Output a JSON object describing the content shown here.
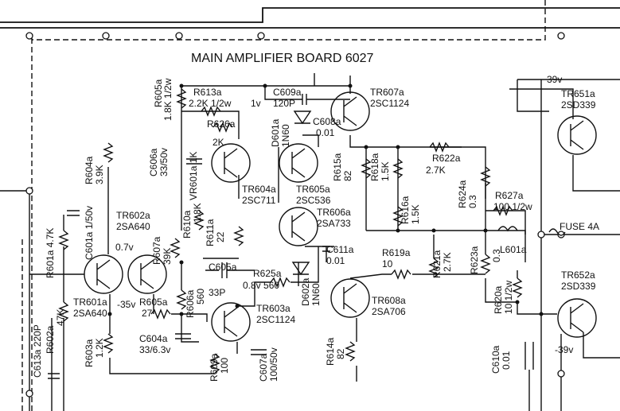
{
  "title": "MAIN AMPLIFIER BOARD 6027",
  "components": {
    "R605a_val": "R605a",
    "R605a_sub": "1.8K 1/2w",
    "R613a": "R613a",
    "R613a_val": "2.2K 1/2w",
    "v1": "1v",
    "C609a": "C609a",
    "C609a_val": "120P",
    "C608a": "C608a",
    "C608a_val": "0.01",
    "TR607a": "TR607a",
    "TR607a_type": "2SC1124",
    "v39": "39v",
    "TR651a": "TR651a",
    "TR651a_type": "2SD339",
    "R626a": "R626a",
    "R626a_val": "2K",
    "D601a": "D601a",
    "D601a_type": "1N60",
    "C606a": "C606a",
    "C606a_val": "33/50v",
    "VR601a": "VR601a 1K",
    "R604a": "R604a",
    "R604a_val": "3.9K",
    "TR604a": "TR604a",
    "TR604a_type": "2SC711",
    "TR605a": "TR605a",
    "TR605a_type": "2SC536",
    "R615a": "R615a",
    "R615a_val": "82",
    "R618a": "R618a",
    "R618a_val": "1.5K",
    "R622a": "R622a",
    "R622a_val": "2.7K",
    "R624a": "R624a",
    "R624a_val": "0.3",
    "R627a": "R627a",
    "R627a_val": "100 1/2w",
    "C601a": "C601a 1/50v",
    "TR602a": "TR602a",
    "TR602a_type": "2SA640",
    "R610a": "R610a",
    "R610a_val": "1.8K",
    "TR606a": "TR606a",
    "TR606a_type": "2SA733",
    "R616a": "R616a",
    "R616a_val": "1.5K",
    "FUSE": "FUSE 4A",
    "R601a": "R601a 4.7K",
    "v07": "0.7v",
    "R607a": "R607a",
    "R607a_val": "39K",
    "R611a": "R611a",
    "R611a_val": "22",
    "C611a": "C611a",
    "C611a_val": "0.01",
    "R619a": "R619a",
    "R619a_val": "10",
    "R621a": "R621a",
    "R621a_val": "2.7K",
    "R623a": "R623a",
    "R623a_val": "0.3",
    "L601a": "L601a",
    "C605a": "C605a",
    "C605a_val": "33P",
    "R625a": "R625a",
    "R625a_val": "0.8v 560",
    "D602a": "D602a",
    "D602a_type": "1N60",
    "TR652a": "TR652a",
    "TR652a_type": "2SD339",
    "C613a": "C613a 220P",
    "R602a": "R602a",
    "R602a_val": "47K",
    "TR601a": "TR601a",
    "TR601a_type": "2SA640",
    "v35": "-35v",
    "R605a2": "R605a",
    "R605a2_val": "27",
    "R606a": "R606a",
    "R606a_val": "560",
    "TR603a": "TR603a",
    "TR603a_type": "2SC1124",
    "TR608a": "TR608a",
    "TR608a_type": "2SA706",
    "R620a": "R620a",
    "R620a_val": "10 1/2w",
    "R603a": "R603a",
    "R603a_val": "1.2K",
    "C604a": "C604a",
    "C604a_val": "33/6.3v",
    "R609a": "R609a",
    "R609a_val": "100",
    "C607a": "C607a",
    "C607a_val": "100/50v",
    "R614a": "R614a",
    "R614a_val": "82",
    "C610a": "C610a",
    "C610a_val": "0.01",
    "vneg39": "-39v"
  }
}
